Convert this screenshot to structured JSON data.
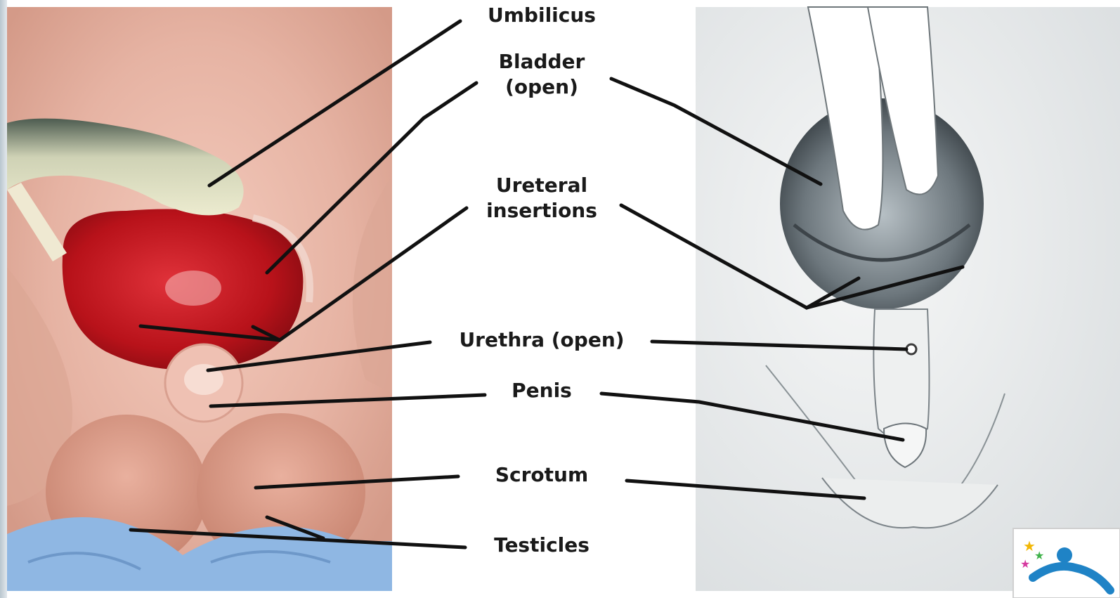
{
  "diagram": {
    "labels": {
      "umbilicus": "Umbilicus",
      "bladder_line1": "Bladder",
      "bladder_line2": "(open)",
      "ureteral_line1": "Ureteral",
      "ureteral_line2": "insertions",
      "urethra": "Urethra (open)",
      "penis": "Penis",
      "scrotum": "Scrotum",
      "testicles": "Testicles"
    },
    "colors": {
      "leader_line": "#111111",
      "skin": "#e8b8a8",
      "exposed_bladder": "#c8141a",
      "drape": "#8fb7e3",
      "illustration_shadow": "#5f6a70"
    },
    "icons": [
      "logo-icon"
    ]
  }
}
